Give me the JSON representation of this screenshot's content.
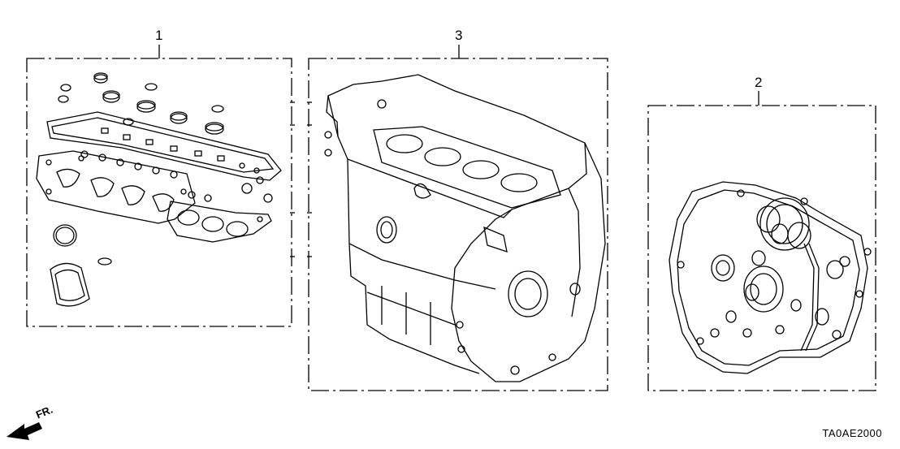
{
  "diagram": {
    "callouts": [
      "1",
      "3",
      "2"
    ],
    "direction_label": "FR.",
    "diagram_code": "TA0AE2000"
  }
}
